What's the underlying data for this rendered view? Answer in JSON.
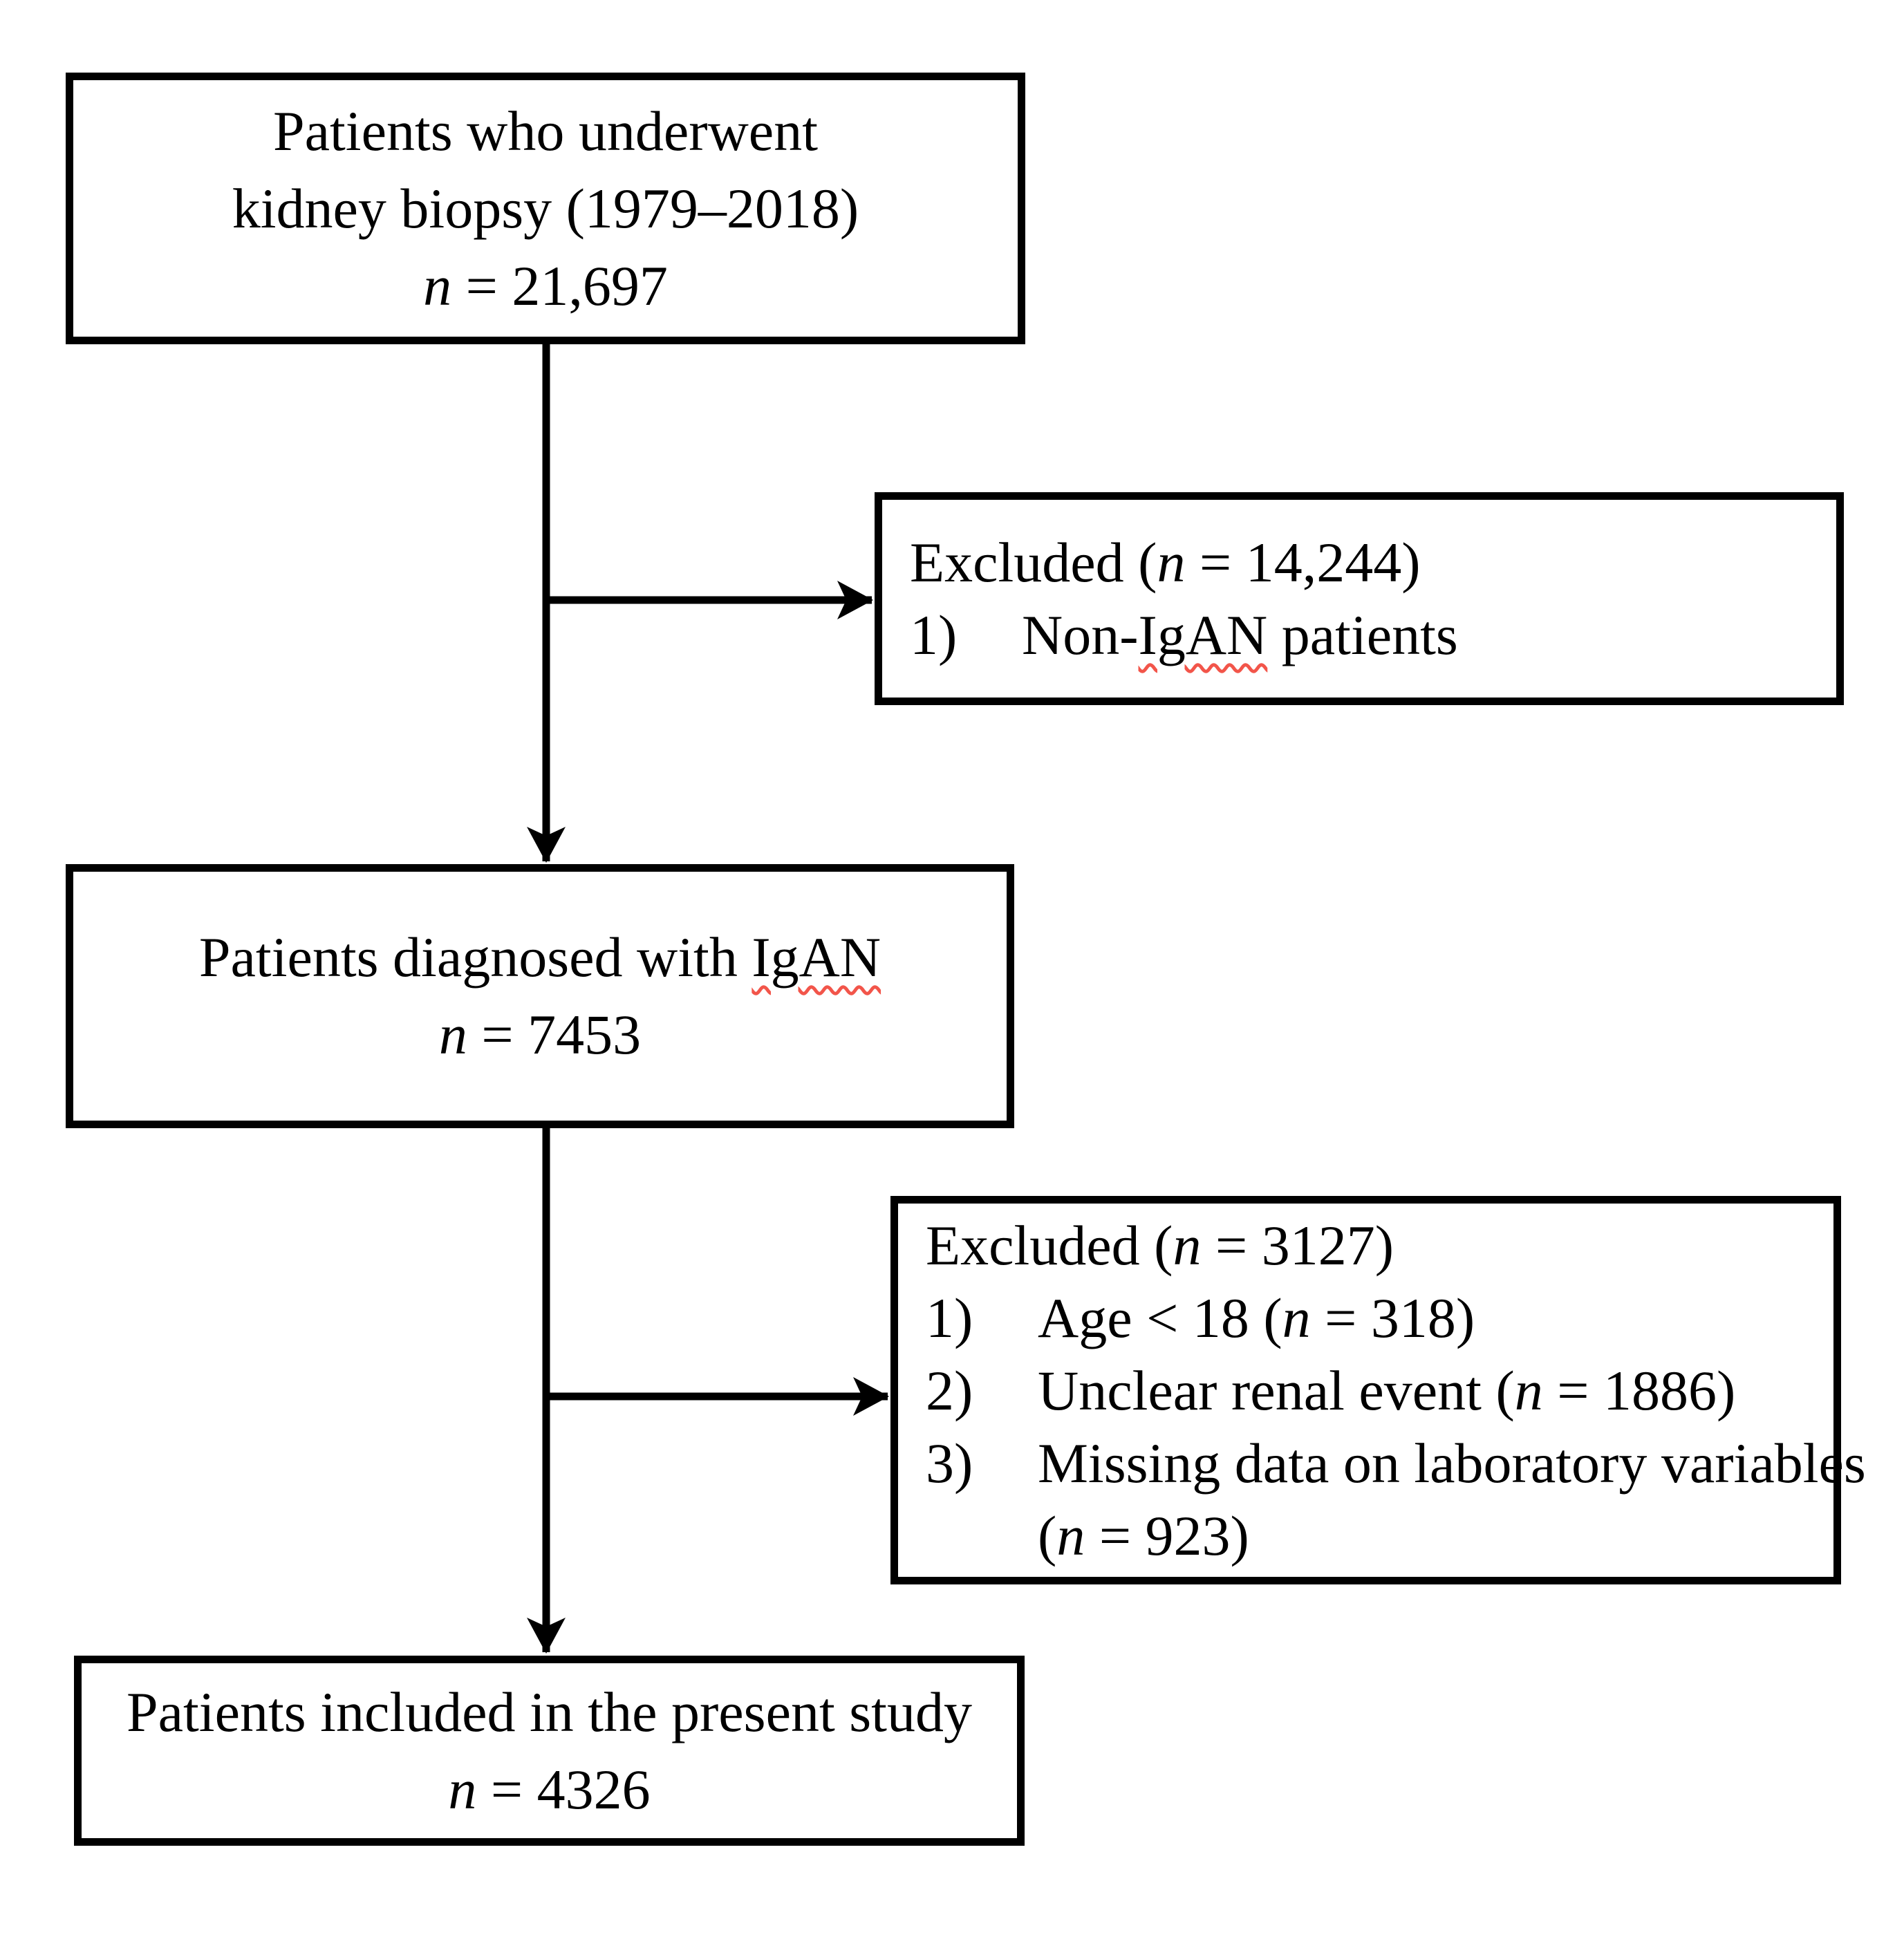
{
  "colors": {
    "ink": "#000000",
    "background": "#ffffff",
    "squiggle": "#f2554a"
  },
  "box_biopsy": {
    "line1": "Patients who underwent",
    "line2": "kidney biopsy (1979–2018)",
    "n_var": "n",
    "n_eq": " = 21,697"
  },
  "box_excluded1": {
    "title_pre": "Excluded (",
    "title_n": "n",
    "title_post": " = 14,244)",
    "item1_num": "1)",
    "item1_pre": "Non-",
    "item1_flagged": "IgAN",
    "item1_post": " patients"
  },
  "box_igan": {
    "line1_pre": "Patients diagnosed with ",
    "line1_flagged": "IgAN",
    "n_var": "n",
    "n_eq": " = 7453"
  },
  "box_excluded2": {
    "title_pre": "Excluded (",
    "title_n": "n",
    "title_post": " = 3127)",
    "items": [
      {
        "num": "1)",
        "pre": "Age < 18 (",
        "n": "n",
        "post": " = 318)"
      },
      {
        "num": "2)",
        "pre": "Unclear renal event (",
        "n": "n",
        "post": " = 1886)"
      },
      {
        "num": "3)",
        "pre": "Missing data on laboratory variables",
        "n": "",
        "post": ""
      },
      {
        "num": "",
        "pre": "(",
        "n": "n",
        "post": " = 923)"
      }
    ]
  },
  "box_included": {
    "line1": "Patients included in the present study",
    "n_var": "n",
    "n_eq": " = 4326"
  }
}
